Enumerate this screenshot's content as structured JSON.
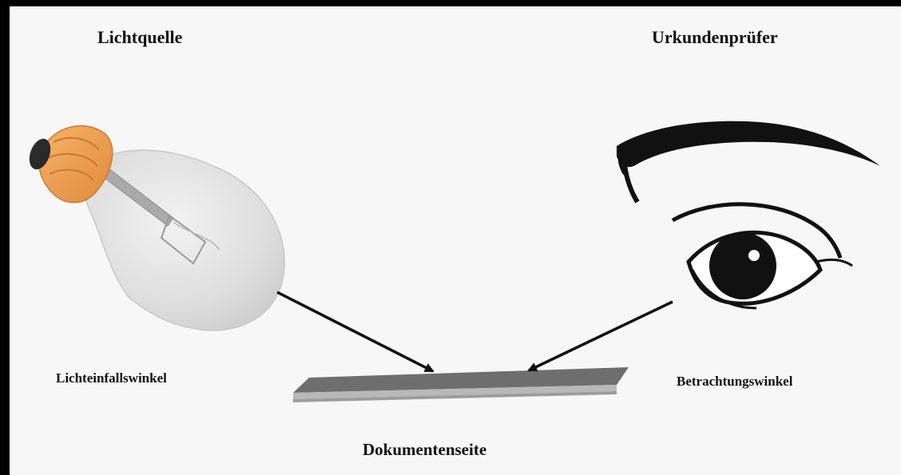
{
  "labels": {
    "light_source": "Lichtquelle",
    "examiner": "Urkundenprüfer",
    "incidence_angle": "Lichteinfallswinkel",
    "viewing_angle": "Betrachtungswinkel",
    "document_page": "Dokumentenseite"
  },
  "icons": {
    "light": "light-bulb-icon",
    "eye": "eye-icon",
    "document": "document-sheet-icon"
  },
  "colors": {
    "background": "#f7f7f7",
    "frame": "#000000",
    "bulb_base": "#f0a050",
    "bulb_glass": "#dcdcdc",
    "document_top": "#6e6e6e",
    "arrow": "#111111"
  }
}
